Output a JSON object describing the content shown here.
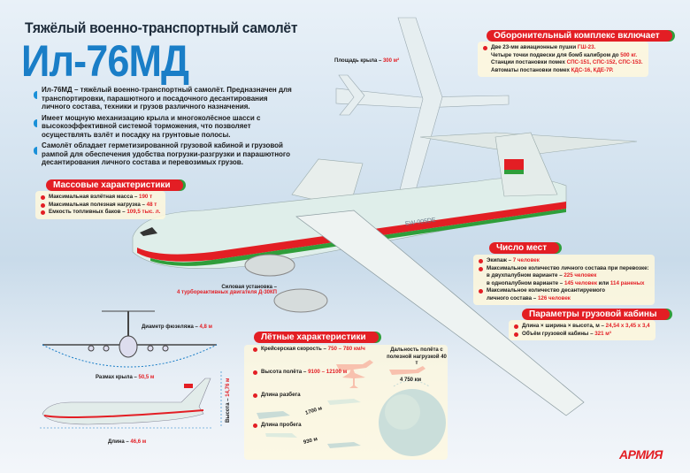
{
  "header": {
    "subtitle": "Тяжёлый военно-транспортный самолёт",
    "title": "Ил-76МД"
  },
  "intro": [
    "Ил-76МД – тяжёлый военно-транспортный самолёт. Предназначен для транспортировки, парашютного и посадочного десантирования личного состава, техники и грузов различного назначения.",
    "Имеет мощную механизацию крыла и многоколёсное шасси с высокоэффективной системой торможения, что позволяет осуществлять взлёт и посадку на грунтовые полосы.",
    "Самолёт обладает герметизированной грузовой кабиной и грузовой рампой для обеспечения удобства погрузки-разгрузки и парашютного десантирования личного состава и перевозимых грузов."
  ],
  "mass": {
    "title": "Массовые характеристики",
    "items": [
      {
        "label": "Максимальная взлётная масса – ",
        "value": "190 т"
      },
      {
        "label": "Максимальная полезная нагрузка – ",
        "value": "48 т"
      },
      {
        "label": "Емкость топливных баков – ",
        "value": "109,5 тыс. л."
      }
    ]
  },
  "defense": {
    "title": "Оборонительный комплекс включает",
    "items": [
      {
        "label": "Две 23-мм авиационные пушки ",
        "value": "ГШ-23."
      },
      {
        "label": "Четыре точки подвески для бомб калибром до ",
        "value": "500 кг."
      },
      {
        "label": "Станции постановки помех ",
        "value": "СПС-151, СПС-152, СПС-153."
      },
      {
        "label": "Автоматы постановки помех ",
        "value": "КДС-16, КДЕ-7Р."
      }
    ]
  },
  "wing_area": {
    "label": "Площадь крыла – ",
    "value": "300 м²"
  },
  "engines": {
    "label": "Силовая установка –",
    "value": "4 турбореактивных двигателя Д-30КП"
  },
  "registration": "EW-005DE",
  "seats": {
    "title": "Число мест",
    "crew_label": "Экипаж – ",
    "crew": "7 человек",
    "max_label": "Максимальное количество личного состава при перевозке:",
    "double_label": "в двухпалубном варианте – ",
    "double": "225 человек",
    "single_label": "в однопалубном варианте – ",
    "single": "145 человек",
    "or": " или ",
    "wounded": "114 раненых",
    "para_label": "Максимальное количество десантируемого",
    "para_label2": "личного состава – ",
    "para": "126 человек"
  },
  "cargo": {
    "title": "Параметры грузовой кабины",
    "dims_label": "Длина × ширина × высота, м – ",
    "dims": "24,54 х 3,45 х 3,4",
    "vol_label": "Объём грузовой кабины – ",
    "vol": "321 м³"
  },
  "flight": {
    "title": "Лётные характеристики",
    "speed_label": "Крейсерская скорость – ",
    "speed": "750 – 780 км/ч",
    "alt_label": "Высота полёта – ",
    "alt": "9100 – 12100 м",
    "takeoff_label": "Длина разбега",
    "takeoff": "1700 м",
    "landing_label": "Длина пробега",
    "landing": "930 м",
    "range_label": "Дальность полёта с полезной нагрузкой 40 т",
    "range": "4 750 км"
  },
  "dims": {
    "fuselage_label": "Диаметр фюзеляжа – ",
    "fuselage": "4,8 м",
    "span_label": "Размах крыла – ",
    "span": "50,5 м",
    "height_label": "Высота – ",
    "height": "14,76 м",
    "length_label": "Длина – ",
    "length": "46,6 м"
  },
  "logo": "АРМИЯ",
  "colors": {
    "accent_red": "#e31e24",
    "accent_green": "#2f9e3a",
    "title_blue": "#1a7ec7"
  }
}
